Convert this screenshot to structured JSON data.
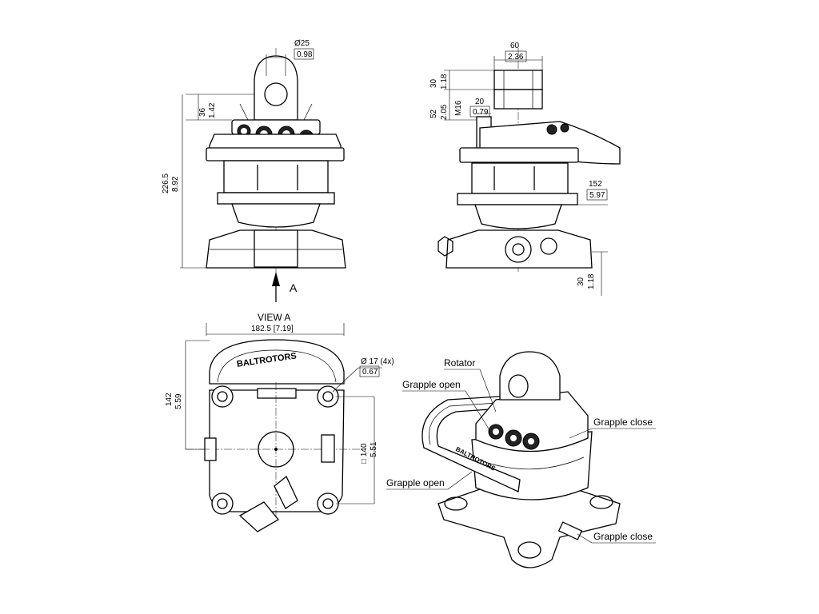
{
  "front": {
    "dia_top": "Ø25",
    "dia_top_in": "0.98",
    "h36": "36",
    "h36_in": "1.42",
    "h226": "226.5",
    "h226_in": "8.92",
    "arrow": "A"
  },
  "side": {
    "w60": "60",
    "w60_in": "2.36",
    "h30": "30",
    "h30_in": "1.18",
    "h52": "52",
    "h52_in": "2.05",
    "m16": "M16",
    "w20": "20",
    "w20_in": "0.79",
    "w152": "152",
    "w152_in": "5.97",
    "h30b": "30",
    "h30b_in": "1.18"
  },
  "viewA": {
    "title": "VIEW A",
    "w182": "182.5 [7.19]",
    "hole": "Ø 17 (4x)",
    "hole_in": "0.67",
    "h142": "142",
    "h142_in": "5.59",
    "sq140": "□  140",
    "sq140_in": "5.51",
    "brand": "BALTROTORS"
  },
  "iso": {
    "rotator": "Rotator",
    "open1": "Grapple open",
    "close1": "Grapple close",
    "open2": "Grapple open",
    "close2": "Grapple close",
    "brand": "BALTROTORS"
  }
}
